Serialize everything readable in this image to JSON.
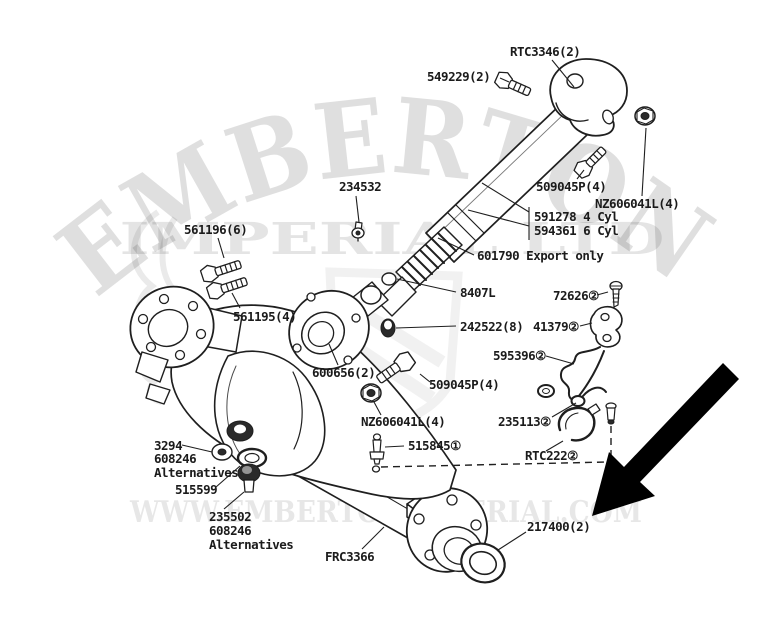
{
  "figure": {
    "kind": "exploded-parts-diagram",
    "subject": "Propeller shaft and rear axle assembly parts diagram",
    "highlight": {
      "arrow_color": "#000000",
      "arrow_points_to": "217400(2)"
    }
  },
  "watermark": {
    "arc_text": "EMBERTON",
    "subtitle": "IMPERIAL LTD",
    "url": "WWW.EMBERTONIMPERIAL.COM"
  },
  "parts": {
    "rtc3346": "RTC3346(2)",
    "549229": "549229(2)",
    "509045p_top": "509045P(4)",
    "nz606041l_top": "NZ606041L(4)",
    "234532": "234532",
    "591278": "591278 4 Cyl",
    "594361": "594361 6 Cyl",
    "601790": "601790 Export only",
    "561196": "561196(6)",
    "8407l": "8407L",
    "72626": "72626②",
    "561195": "561195(4)",
    "242522": "242522(8)",
    "41379": "41379②",
    "595396": "595396②",
    "600656": "600656(2)",
    "509045p_mid": "509045P(4)",
    "nz606041l_mid": "NZ606041L(4)",
    "235113": "235113②",
    "515845": "515845①",
    "rtc222": "RTC222②",
    "3294_l1": "3294",
    "3294_l2": "608246",
    "3294_l3": "Alternatives",
    "515599": "515599",
    "235502_l1": "235502",
    "235502_l2": "608246",
    "235502_l3": "Alternatives",
    "frc3366": "FRC3366",
    "217400": "217400(2)"
  }
}
